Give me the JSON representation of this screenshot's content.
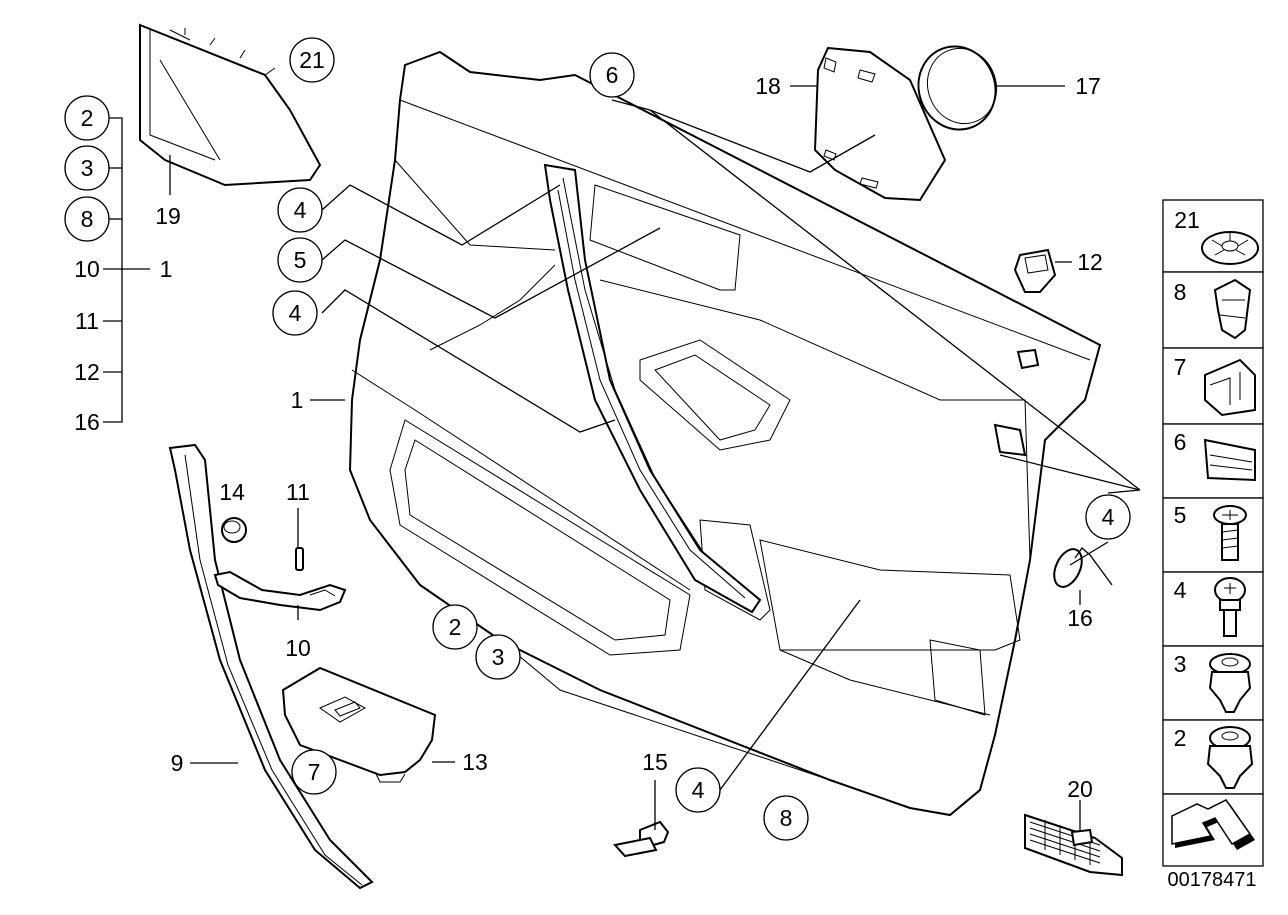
{
  "diagram": {
    "id_code": "00178471",
    "callouts": {
      "c21_top": "21",
      "c2_left": "2",
      "c3_left": "3",
      "c8_left": "8",
      "c10_left": "10",
      "c1_left": "1",
      "c11_left": "11",
      "c12_left": "12",
      "c16_left": "16",
      "c19": "19",
      "c6_top": "6",
      "c18": "18",
      "c17": "17",
      "c4_a": "4",
      "c5": "5",
      "c4_b": "4",
      "c1_panel": "1",
      "c12_right": "12",
      "c4_right": "4",
      "c16_right": "16",
      "c14": "14",
      "c11_mid": "11",
      "c10_mid": "10",
      "c2_bottom": "2",
      "c3_bottom": "3",
      "c9": "9",
      "c7_bottom": "7",
      "c13": "13",
      "c15": "15",
      "c4_bottom": "4",
      "c8_bottom": "8",
      "c20": "20"
    },
    "legend": [
      "21",
      "8",
      "7",
      "6",
      "5",
      "4",
      "3",
      "2"
    ]
  }
}
